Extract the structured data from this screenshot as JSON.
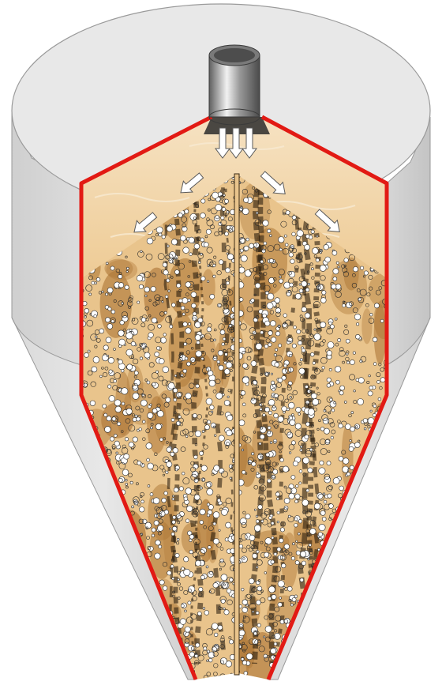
{
  "diagram": {
    "type": "cutaway-illustration",
    "subject": "silo",
    "text_labels": [],
    "components": [
      "silo-cylinder",
      "silo-conical-hopper",
      "inlet-pipe",
      "headspace",
      "granular-bed",
      "center-partition",
      "cutaway-outline",
      "flow-arrows"
    ],
    "arrow_count": 7,
    "colors": {
      "shell_light": "#e6e6e6",
      "shell_mid": "#d2d2d2",
      "shell_dark": "#bdbdbd",
      "cutaway_outline": "#e21a14",
      "headspace_fill": "#f2d7ad",
      "bed_base": "#e9c48c",
      "bed_dark_streak": "#1f1408",
      "bed_brown": "#b07a3a",
      "particle_stroke": "#2a2a2a",
      "arrow_fill": "#ffffff",
      "arrow_stroke": "#5a5a5a",
      "pipe_light": "#eeeeee",
      "pipe_dark": "#6a6a6a"
    }
  }
}
